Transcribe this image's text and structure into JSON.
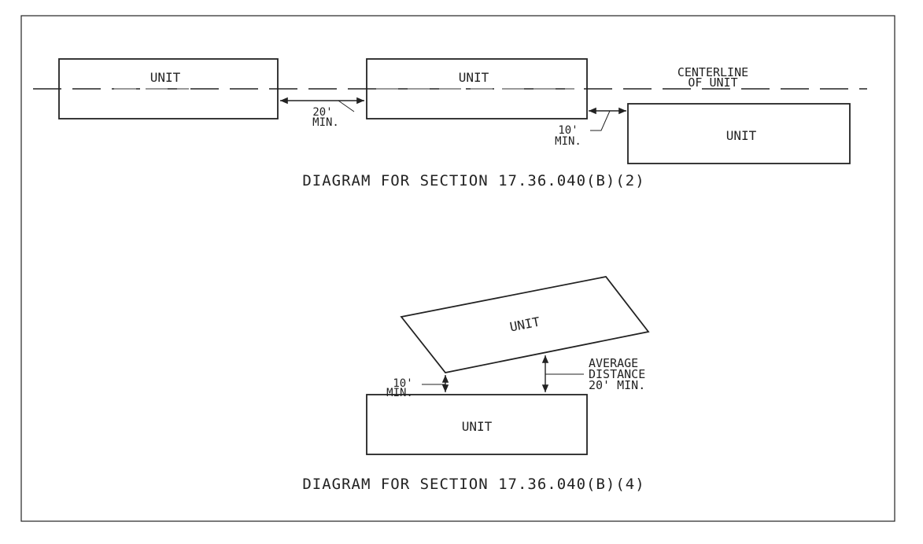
{
  "top_diagram": {
    "unit_left": "UNIT",
    "unit_middle": "UNIT",
    "unit_right": "UNIT",
    "centerline_line1": "CENTERLINE",
    "centerline_line2": "OF UNIT",
    "dim_20": "20'",
    "dim_20_min": "MIN.",
    "dim_10": "10'",
    "dim_10_min": "MIN.",
    "caption": "DIAGRAM FOR SECTION 17.36.040(B)(2)"
  },
  "bottom_diagram": {
    "unit_tilted": "UNIT",
    "unit_lower": "UNIT",
    "dim_10": "10'",
    "dim_10_min": "MIN.",
    "avg_line1": "AVERAGE",
    "avg_line2": "DISTANCE",
    "avg_line3": "20' MIN.",
    "caption": "DIAGRAM FOR SECTION 17.36.040(B)(4)"
  }
}
